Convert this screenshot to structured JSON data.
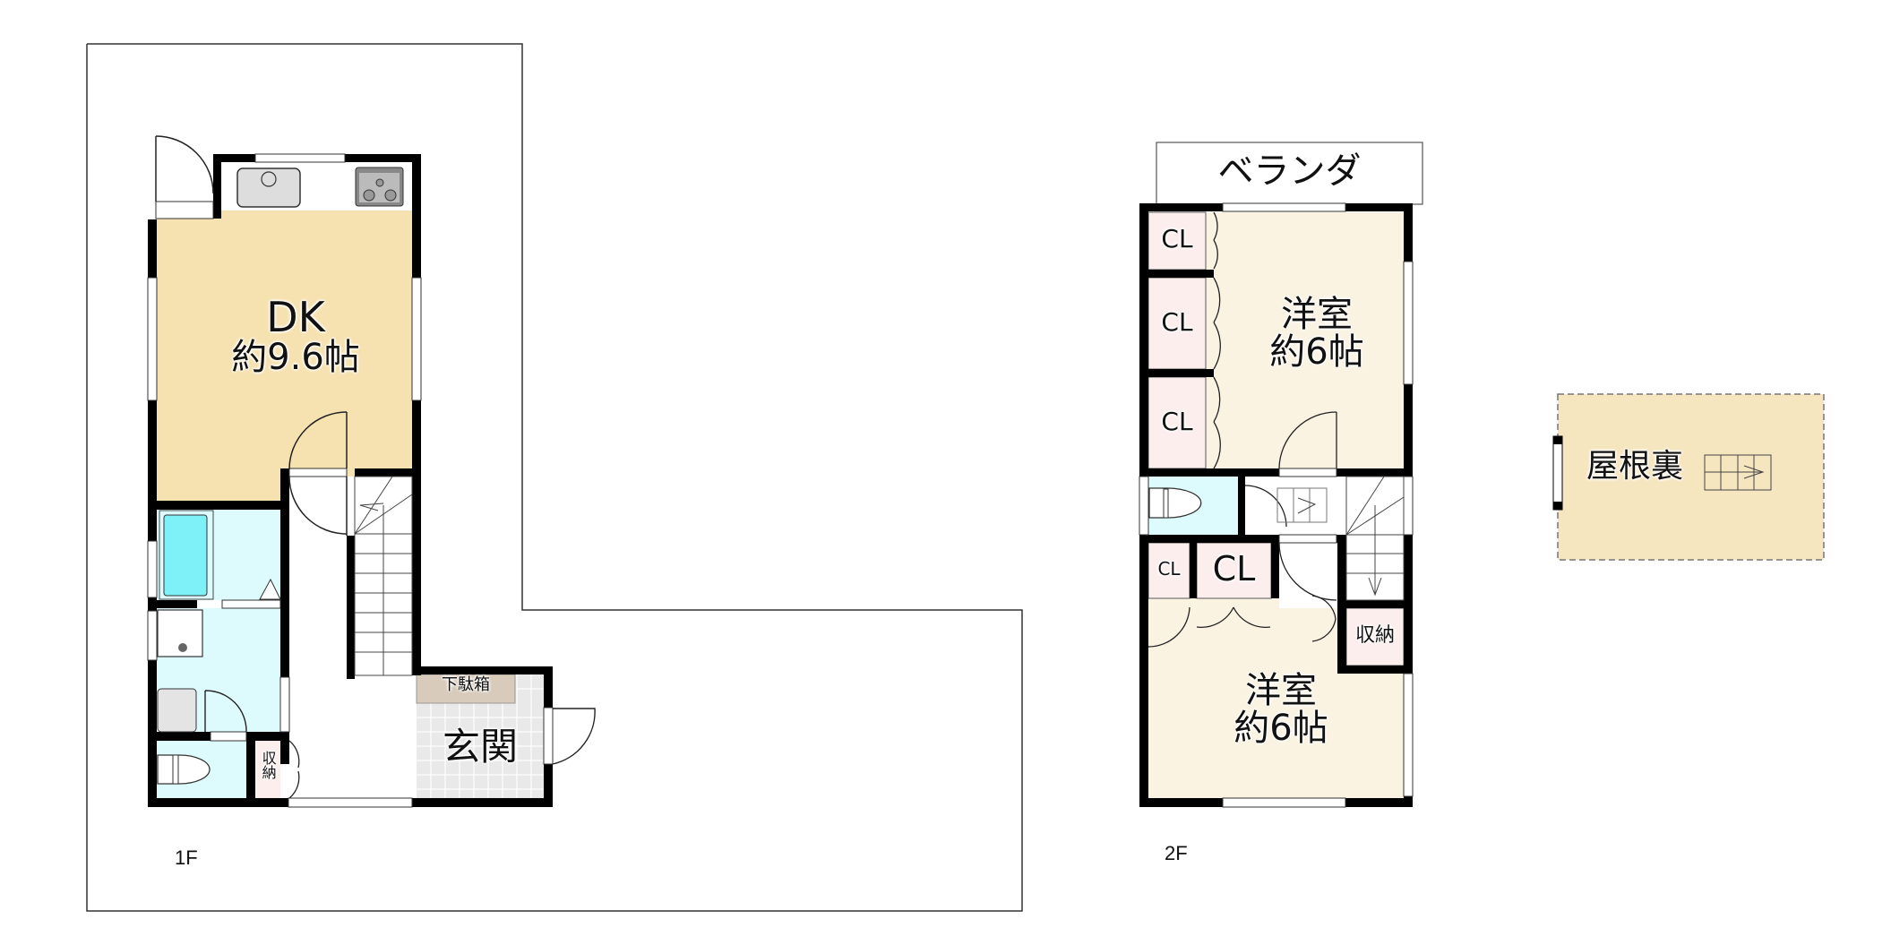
{
  "floor_1": {
    "label": "1F",
    "rooms": {
      "dk": {
        "name": "DK",
        "size": "約9.6帖",
        "color": "#F6E2B0"
      },
      "genkan": {
        "name": "玄関",
        "color": "#E9E9E9"
      },
      "shoebox": {
        "name": "下駄箱",
        "color": "#D8CBBB"
      },
      "storage": {
        "name": "収納",
        "color": "#FDEEEE"
      },
      "bath": {
        "color": "#DDFBFD",
        "tub_color": "#7EF0F8"
      },
      "washroom": {
        "color": "#DDFBFD"
      },
      "toilet": {
        "color": "#DDFBFD"
      }
    }
  },
  "floor_2": {
    "label": "2F",
    "veranda": "ベランダ",
    "rooms": {
      "western_1": {
        "name": "洋室",
        "size": "約6帖",
        "color": "#FAF3E2"
      },
      "western_2": {
        "name": "洋室",
        "size": "約6帖",
        "color": "#FAF3E2"
      },
      "closets": [
        "CL",
        "CL",
        "CL",
        "CL",
        "CL"
      ],
      "storage": {
        "name": "収納"
      },
      "toilet": {
        "color": "#DDFBFD"
      },
      "closet_color": "#FDEEEE"
    }
  },
  "attic": {
    "name": "屋根裏",
    "color": "#F6E6C0"
  }
}
